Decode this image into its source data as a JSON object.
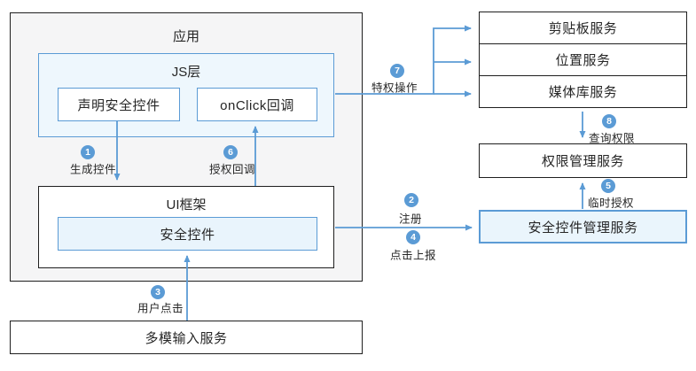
{
  "diagram": {
    "app_box": {
      "title": "应用"
    },
    "js_layer": {
      "title": "JS层",
      "declare_node": "声明安全控件",
      "onclick_node": "onClick回调"
    },
    "ui_framework": {
      "title": "UI框架",
      "security_node": "安全控件"
    },
    "bottom_service": {
      "label": "多模输入服务"
    },
    "right_services": [
      {
        "label": "剪贴板服务"
      },
      {
        "label": "位置服务"
      },
      {
        "label": "媒体库服务"
      }
    ],
    "permission_service": {
      "label": "权限管理服务"
    },
    "security_mgmt_service": {
      "label": "安全控件管理服务"
    },
    "steps": [
      {
        "num": "1",
        "label": "生成控件"
      },
      {
        "num": "2",
        "label": "注册"
      },
      {
        "num": "3",
        "label": "用户点击"
      },
      {
        "num": "4",
        "label": "点击上报"
      },
      {
        "num": "5",
        "label": "临时授权"
      },
      {
        "num": "6",
        "label": "授权回调"
      },
      {
        "num": "7",
        "label": "特权操作"
      },
      {
        "num": "8",
        "label": "查询权限"
      }
    ],
    "colors": {
      "accent_blue": "#5b9bd5",
      "light_blue_fill": "#eaf5fc",
      "app_gray_fill": "#f5f5f6",
      "dark_border": "#1f1f1f"
    }
  }
}
